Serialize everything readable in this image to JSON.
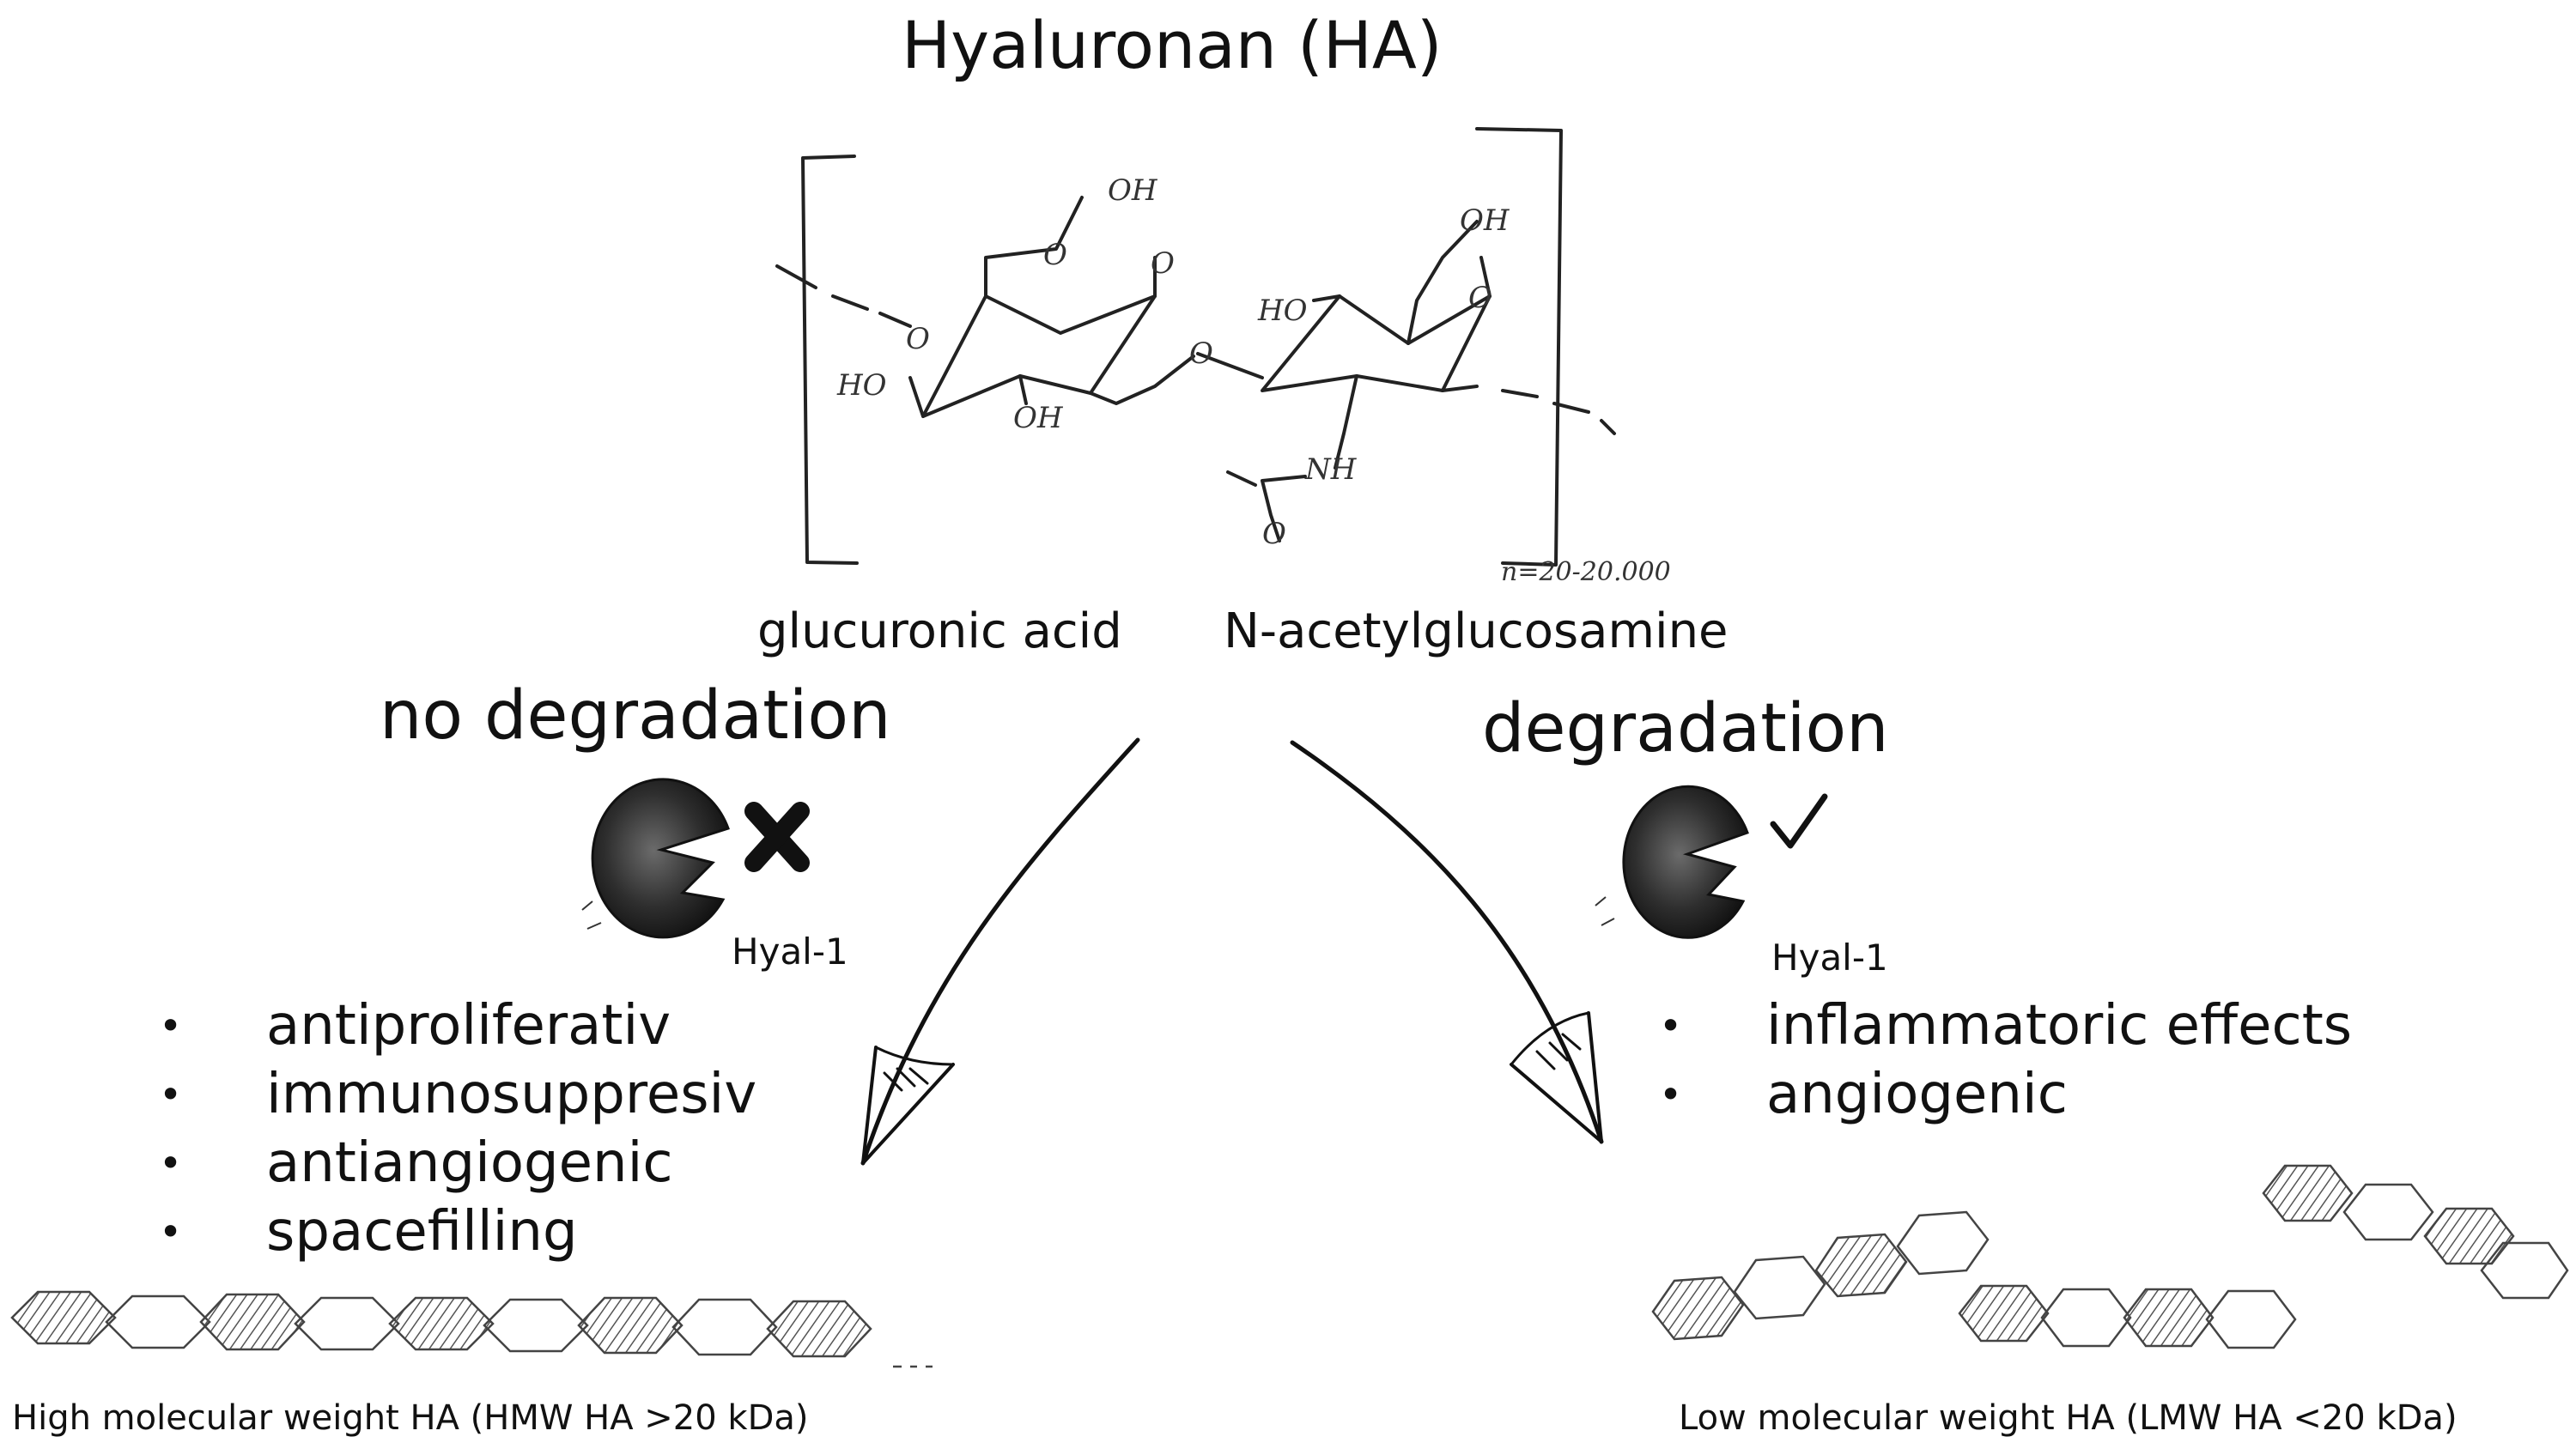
{
  "title": "Hyaluronan (HA)",
  "structure": {
    "left_unit": "glucuronic acid",
    "right_unit": "N-acetylglucosamine",
    "repeat_label": "n=20-20.000",
    "atoms": [
      "OH",
      "O",
      "O",
      "HO",
      "OH",
      "O",
      "HO",
      "O",
      "O",
      "OH",
      "NH",
      "O"
    ]
  },
  "left": {
    "header": "no degradation",
    "enzyme_label": "Hyal-1",
    "status_icon": "cross-icon",
    "effects": [
      "antiproliferativ",
      "immunosuppresiv",
      "antiangiogenic",
      "spacefilling"
    ],
    "caption": "High molecular weight HA (HMW HA >20 kDa)"
  },
  "right": {
    "header": "degradation",
    "enzyme_label": "Hyal-1",
    "status_icon": "check-icon",
    "effects": [
      "inflammatoric effects",
      "angiogenic"
    ],
    "caption": "Low molecular weight HA (LMW HA <20 kDa)"
  },
  "bullet_symbol": "•"
}
